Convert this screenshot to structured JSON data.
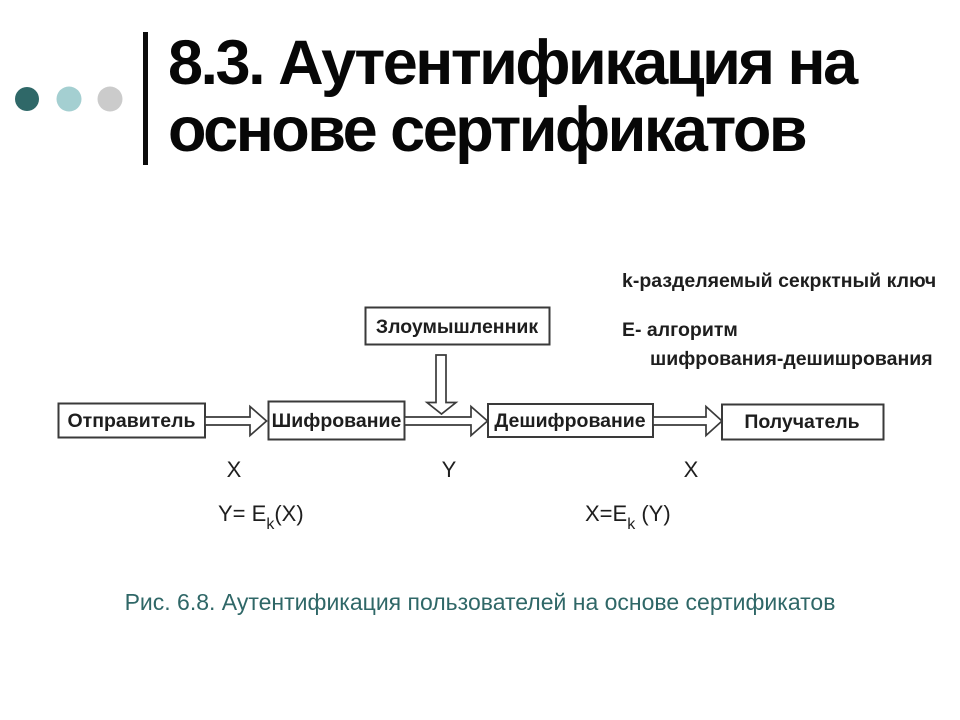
{
  "slide": {
    "title": {
      "line1": "8.3. Аутентификация на",
      "line2": "основе сертификатов"
    }
  },
  "decorations": {
    "bullets": [
      "#2F6868",
      "#A4CFD1",
      "#CBCBCB"
    ]
  },
  "diagram": {
    "legend": {
      "key": "k-разделяемый секрктный ключ",
      "algo1": "E- алгоритм",
      "algo2": "шифрования-дешишрования"
    },
    "attacker": "Злоумышленник",
    "nodes": {
      "sender": "Отправитель",
      "encrypt": "Шифрование",
      "decrypt": "Дешифрование",
      "receiver": "Получатель"
    },
    "labels": {
      "x1": "X",
      "y": "Y",
      "x2": "X"
    },
    "formulas": {
      "left": {
        "pre": "Y= E",
        "sub": "k",
        "post": "(X)"
      },
      "right": {
        "pre": "X=E",
        "sub": "k",
        "post": " (Y)"
      }
    }
  },
  "caption": {
    "text": "Рис. 6.8. Аутентификация пользователей на основе сертификатов",
    "color": "#2F6767"
  }
}
